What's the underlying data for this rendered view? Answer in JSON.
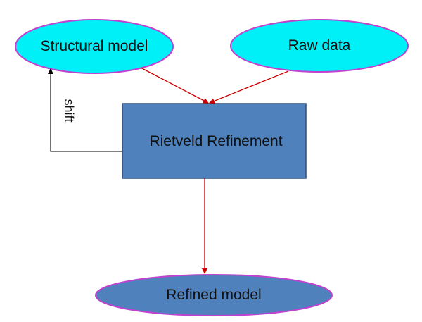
{
  "diagram": {
    "nodes": {
      "structural_model": {
        "label": "Structural model",
        "shape": "ellipse",
        "fill": "#00f0f8",
        "stroke": "#c040d0"
      },
      "raw_data": {
        "label": "Raw data",
        "shape": "ellipse",
        "fill": "#00f0f8",
        "stroke": "#c040d0"
      },
      "rietveld_refinement": {
        "label": "Rietveld Refinement",
        "shape": "rectangle",
        "fill": "#4f81bd",
        "stroke": "#2e4e7a"
      },
      "refined_model": {
        "label": "Refined model",
        "shape": "ellipse",
        "fill": "#4f81bd",
        "stroke": "#c040d0"
      }
    },
    "edges": [
      {
        "from": "structural_model",
        "to": "rietveld_refinement",
        "color": "#cc0000"
      },
      {
        "from": "raw_data",
        "to": "rietveld_refinement",
        "color": "#cc0000"
      },
      {
        "from": "rietveld_refinement",
        "to": "refined_model",
        "color": "#cc0000"
      },
      {
        "from": "rietveld_refinement",
        "to": "structural_model",
        "label": "shift",
        "color": "#000000"
      }
    ],
    "shift_label": "shift"
  }
}
